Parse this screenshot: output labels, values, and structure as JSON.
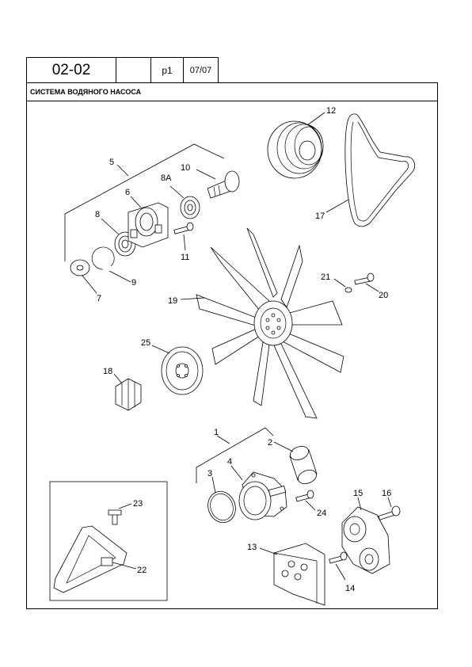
{
  "header": {
    "code": "02-02",
    "page": "p1",
    "date": "07/07"
  },
  "title": "СИСТЕМА ВОДЯНОГО НАСОСА",
  "callouts": {
    "c1": "1",
    "c2": "2",
    "c3": "3",
    "c4": "4",
    "c5": "5",
    "c6": "6",
    "c7": "7",
    "c8": "8",
    "c8a": "8A",
    "c9": "9",
    "c10": "10",
    "c11": "11",
    "c12": "12",
    "c13": "13",
    "c14": "14",
    "c15": "15",
    "c16": "16",
    "c17": "17",
    "c18": "18",
    "c19": "19",
    "c20": "20",
    "c21": "21",
    "c22": "22",
    "c23": "23",
    "c24": "24",
    "c25": "25"
  }
}
